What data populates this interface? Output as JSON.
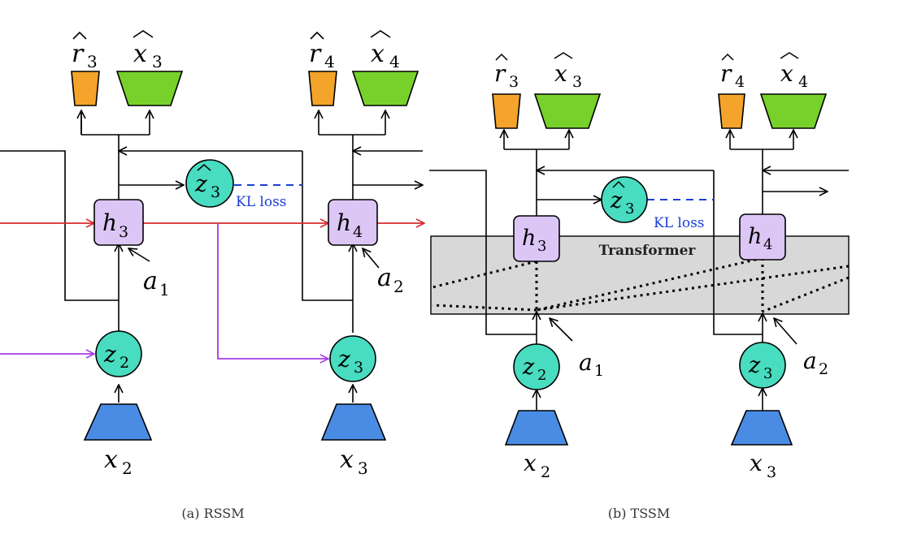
{
  "colors": {
    "reward_decoder": "#f4a42a",
    "obs_decoder": "#77d12a",
    "hidden_state": "#dcc6f6",
    "latent": "#48dcc0",
    "encoder": "#4a8ce4",
    "recurrent_arrow": "#d62b2b",
    "latent_arrow": "#a63be8",
    "kl_loss": "#1a3fd6",
    "transformer_band": "#d8d8d8"
  },
  "icons": [
    "reward-decoder-trapezoid",
    "observation-decoder-trapezoid",
    "encoder-trapezoid",
    "arrowhead-icon"
  ],
  "panel_a": {
    "caption": "(a) RSSM",
    "blocks": [
      {
        "reward_hat": {
          "base": "r",
          "sub": "3"
        },
        "obs_hat": {
          "base": "x",
          "sub": "3"
        },
        "h": {
          "base": "h",
          "sub": "3"
        },
        "action": {
          "base": "a",
          "sub": "1"
        },
        "z": {
          "base": "z",
          "sub": "2"
        },
        "x": {
          "base": "x",
          "sub": "2"
        },
        "z_hat": {
          "base": "z",
          "sub": "3"
        },
        "kl_label": "KL loss"
      },
      {
        "reward_hat": {
          "base": "r",
          "sub": "4"
        },
        "obs_hat": {
          "base": "x",
          "sub": "4"
        },
        "h": {
          "base": "h",
          "sub": "4"
        },
        "action": {
          "base": "a",
          "sub": "2"
        },
        "z": {
          "base": "z",
          "sub": "3"
        },
        "x": {
          "base": "x",
          "sub": "3"
        }
      }
    ]
  },
  "panel_b": {
    "caption": "(b) TSSM",
    "transformer_label": "Transformer",
    "blocks": [
      {
        "reward_hat": {
          "base": "r",
          "sub": "3"
        },
        "obs_hat": {
          "base": "x",
          "sub": "3"
        },
        "h": {
          "base": "h",
          "sub": "3"
        },
        "action": {
          "base": "a",
          "sub": "1"
        },
        "z": {
          "base": "z",
          "sub": "2"
        },
        "x": {
          "base": "x",
          "sub": "2"
        },
        "z_hat": {
          "base": "z",
          "sub": "3"
        },
        "kl_label": "KL loss"
      },
      {
        "reward_hat": {
          "base": "r",
          "sub": "4"
        },
        "obs_hat": {
          "base": "x",
          "sub": "4"
        },
        "h": {
          "base": "h",
          "sub": "4"
        },
        "action": {
          "base": "a",
          "sub": "2"
        },
        "z": {
          "base": "z",
          "sub": "3"
        },
        "x": {
          "base": "x",
          "sub": "3"
        }
      }
    ]
  }
}
